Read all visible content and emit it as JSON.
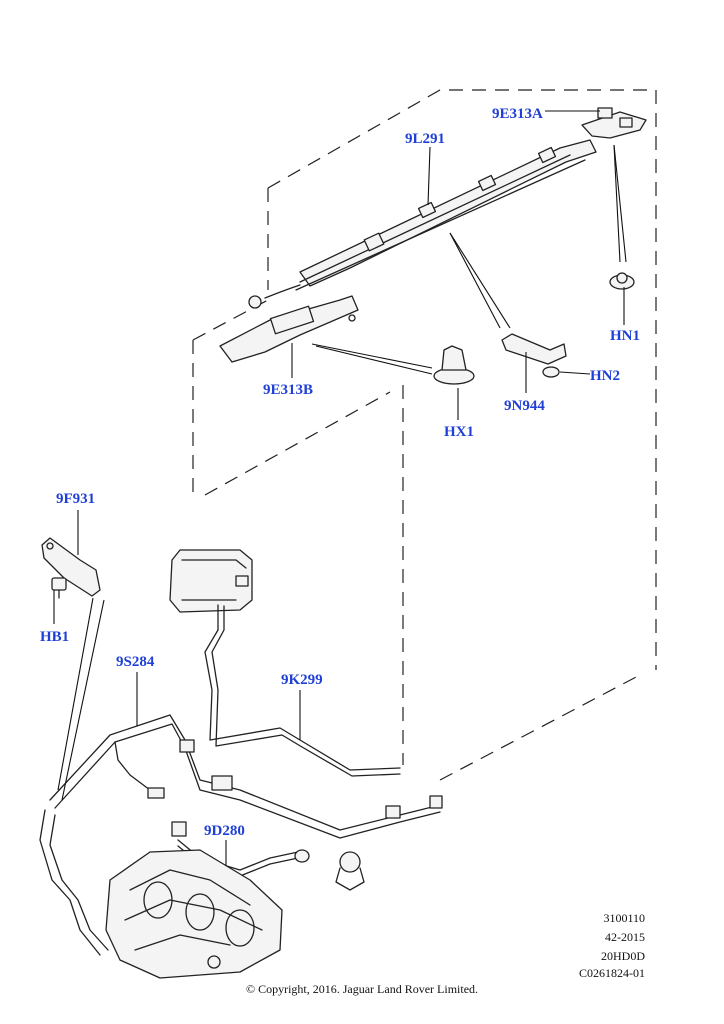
{
  "labels": {
    "e313a": "9E313A",
    "l291": "9L291",
    "hn1": "HN1",
    "e313b": "9E313B",
    "hx1": "HX1",
    "n944": "9N944",
    "hn2": "HN2",
    "f931": "9F931",
    "hb1": "HB1",
    "s284": "9S284",
    "k299": "9K299",
    "d280": "9D280"
  },
  "meta": {
    "line1": "3100110",
    "line2": "42-2015",
    "line3": "20HD0D",
    "line4": "C0261824-01"
  },
  "copyright": "© Copyright, 2016. Jaguar Land Rover Limited.",
  "colors": {
    "label": "#1f3fd6",
    "line": "#222222",
    "background": "#ffffff"
  }
}
